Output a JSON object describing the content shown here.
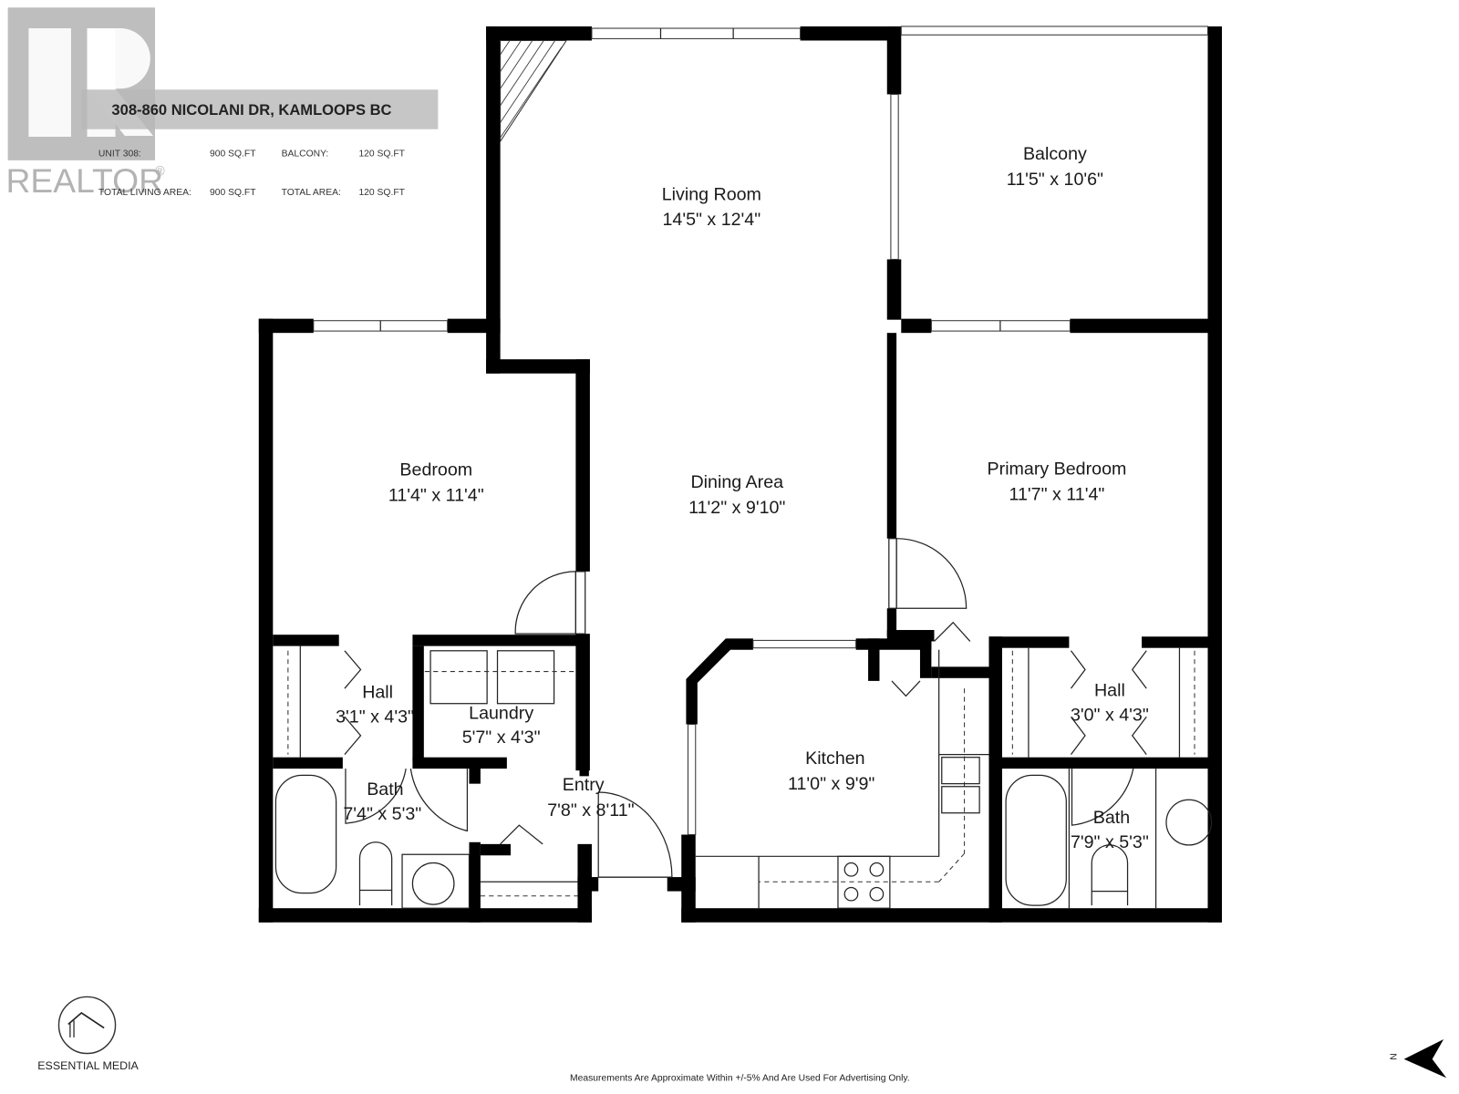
{
  "header": {
    "address": "308-860 NICOLANI DR, KAMLOOPS BC",
    "stats": [
      {
        "label": "UNIT 308:",
        "value": "900 SQ.FT"
      },
      {
        "label": "BALCONY:",
        "value": "120 SQ.FT"
      },
      {
        "label": "TOTAL LIVING AREA:",
        "value": "900 SQ.FT"
      },
      {
        "label": "TOTAL AREA:",
        "value": "120 SQ.FT"
      }
    ],
    "watermark": "REALTOR",
    "watermark_mark": "®"
  },
  "rooms": [
    {
      "name": "Living Room",
      "dims": "14'5\" x 12'4\""
    },
    {
      "name": "Balcony",
      "dims": "11'5\" x 10'6\""
    },
    {
      "name": "Bedroom",
      "dims": "11'4\" x 11'4\""
    },
    {
      "name": "Dining Area",
      "dims": "11'2\" x 9'10\""
    },
    {
      "name": "Primary Bedroom",
      "dims": "11'7\" x 11'4\""
    },
    {
      "name": "Hall",
      "dims": "3'1\" x 4'3\""
    },
    {
      "name": "Laundry",
      "dims": "5'7\" x 4'3\""
    },
    {
      "name": "Kitchen",
      "dims": "11'0\" x 9'9\""
    },
    {
      "name": "Hall",
      "dims": "3'0\" x 4'3\""
    },
    {
      "name": "Bath",
      "dims": "7'4\" x 5'3\""
    },
    {
      "name": "Entry",
      "dims": "7'8\" x 8'11\""
    },
    {
      "name": "Bath",
      "dims": "7'9\" x 5'3\""
    }
  ],
  "footer": {
    "brand": "ESSENTIAL MEDIA",
    "disclaimer": "Measurements Are Approximate Within +/-5% And Are Used For Advertising Only.",
    "compass_label": "N"
  },
  "colors": {
    "wall": "#000000",
    "background": "#ffffff",
    "header_band": "#c8c8c8",
    "watermark": "#b3b3b3"
  }
}
